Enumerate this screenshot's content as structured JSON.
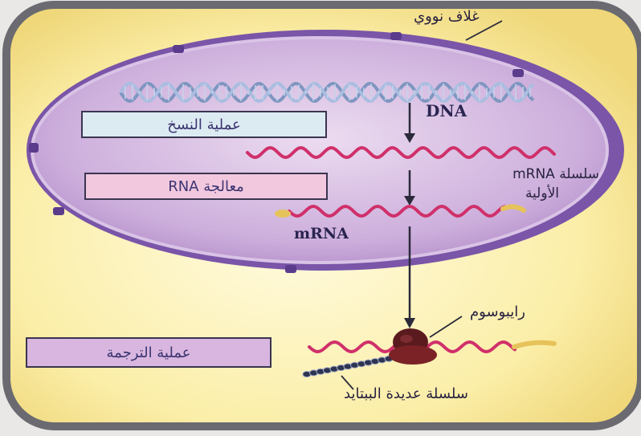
{
  "labels": {
    "nuclear_envelope": "غلاف نووي",
    "dna": "DNA",
    "primary_mrna_line1": "سلسلة mRNA",
    "primary_mrna_line2": "الأولية",
    "mrna": "mRNA",
    "ribosome": "رايبوسوم",
    "polypeptide": "سلسلة عديدة الببتايد"
  },
  "process_boxes": {
    "transcription": "عملية النسخ",
    "rna_processing": "معالجة RNA",
    "translation": "عملية الترجمة"
  },
  "colors": {
    "cell": "#f4e38a",
    "nucleus": "#c9a6d8",
    "nuclear_envelope": "#5b3b8c",
    "dna": "#8fa3c8",
    "rna": "#d0306a",
    "ribosome": "#6b1e22",
    "transcription_box": "#dcebf2",
    "rna_processing_box": "#f2c8df",
    "translation_box": "#d8b6df"
  }
}
